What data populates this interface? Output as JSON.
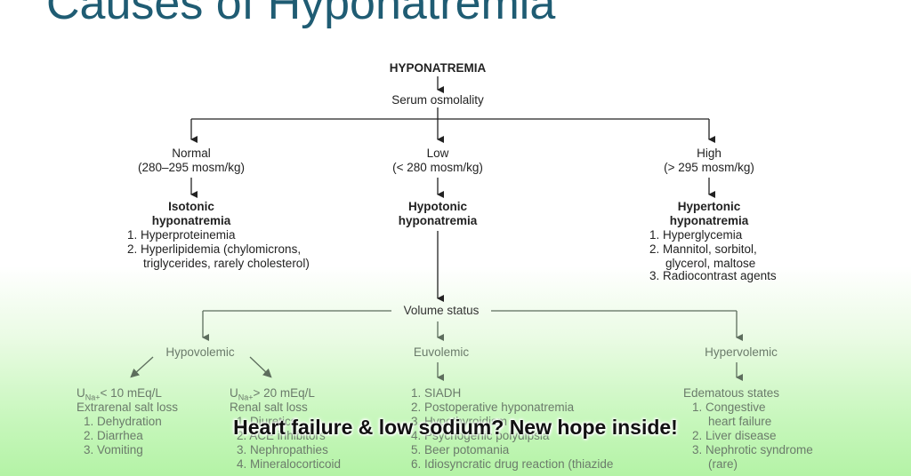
{
  "slide": {
    "title": "Causes of Hyponatremia"
  },
  "diagram": {
    "root": "HYPONATREMIA",
    "serum": "Serum osmolality",
    "normal": {
      "label": "Normal",
      "range": "(280–295 mosm/kg)",
      "type_line1": "Isotonic",
      "type_line2": "hyponatremia",
      "causes": [
        "1. Hyperproteinemia",
        "2. Hyperlipidemia (chylomicrons,",
        "triglycerides, rarely cholesterol)"
      ]
    },
    "low": {
      "label": "Low",
      "range": "(< 280 mosm/kg)",
      "type_line1": "Hypotonic",
      "type_line2": "hyponatremia"
    },
    "high": {
      "label": "High",
      "range": "(> 295 mosm/kg)",
      "type_line1": "Hypertonic",
      "type_line2": "hyponatremia",
      "causes": [
        "1. Hyperglycemia",
        "2. Mannitol, sorbitol,",
        "glycerol, maltose",
        "3. Radiocontrast agents"
      ]
    },
    "volume": "Volume status",
    "hypovolemic": {
      "label": "Hypovolemic",
      "left": {
        "una_prefix": "U",
        "una_sub": "Na+",
        "una_rest": "< 10 mEq/L",
        "title": "Extrarenal salt loss",
        "items": [
          "1. Dehydration",
          "2. Diarrhea",
          "3. Vomiting"
        ]
      },
      "right": {
        "una_prefix": "U",
        "una_sub": "Na+",
        "una_rest": "> 20 mEq/L",
        "title": "Renal salt loss",
        "items": [
          "1. Diuretics",
          "2. ACE inhibitors",
          "3. Nephropathies",
          "4. Mineralocorticoid"
        ]
      }
    },
    "euvolemic": {
      "label": "Euvolemic",
      "items": [
        "1. SIADH",
        "2. Postoperative hyponatremia",
        "3. Hypothyroidism",
        "4. Psychogenic polydipsia",
        "5. Beer potomania",
        "6. Idiosyncratic drug reaction (thiazide"
      ]
    },
    "hypervolemic": {
      "label": "Hypervolemic",
      "title": "Edematous states",
      "items": [
        "1. Congestive",
        "heart failure",
        "2. Liver disease",
        "3. Nephrotic syndrome",
        "(rare)"
      ]
    }
  },
  "banner": {
    "text": "Heart failure & low sodium?  New hope inside!"
  },
  "colors": {
    "title": "#1f5c73",
    "text": "#222222",
    "faded": "#6b7b6b",
    "bg_green": "#b4f3a6"
  }
}
